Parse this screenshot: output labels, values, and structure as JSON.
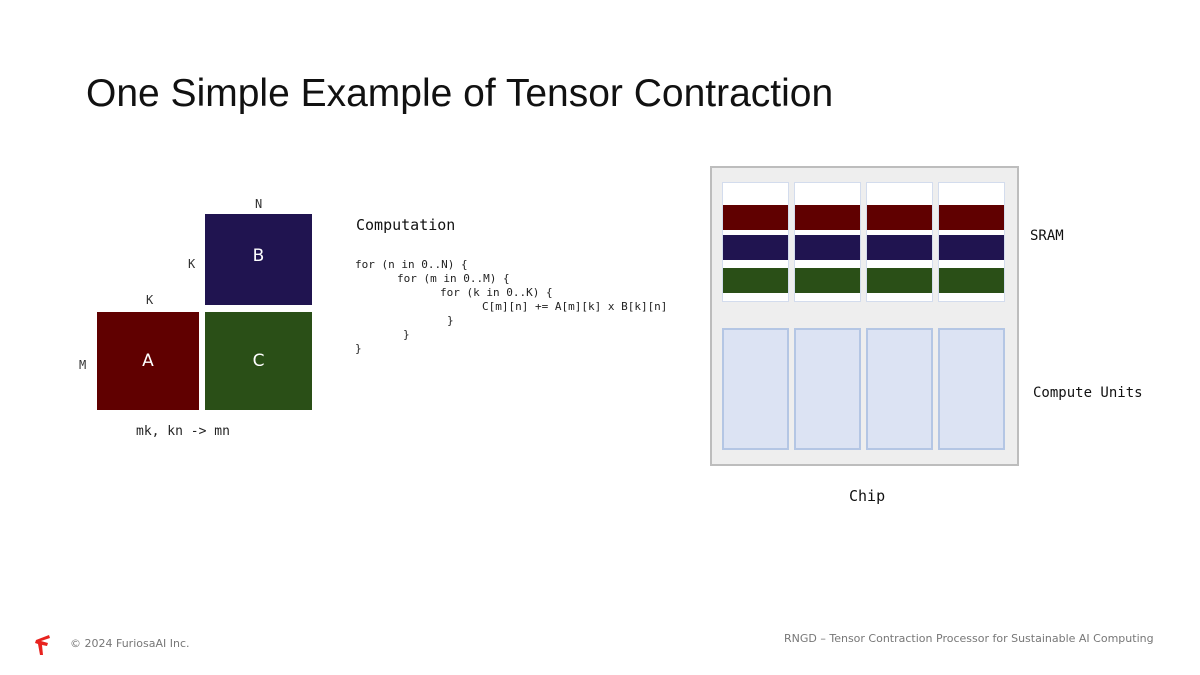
{
  "title": "One Simple Example of Tensor Contraction",
  "matrices": {
    "a": {
      "label": "A",
      "color": "#600000"
    },
    "b": {
      "label": "B",
      "color": "#201450"
    },
    "c": {
      "label": "C",
      "color": "#2a4f17"
    },
    "dims": {
      "n_top": "N",
      "k_left_b": "K",
      "k_top_a": "K",
      "m_left": "M"
    },
    "einsum": "mk, kn -> mn"
  },
  "computation": {
    "heading": "Computation",
    "lines": [
      "for (n in 0..N) {",
      "for (m in 0..M) {",
      "for (k in 0..K) {",
      "C[m][n] += A[m][k] x B[k][n]",
      "}",
      "}",
      "}"
    ]
  },
  "chip": {
    "label": "Chip",
    "sram_label": "SRAM",
    "compute_label": "Compute Units",
    "columns": 4
  },
  "footer": {
    "copyright": "© 2024 FuriosaAI Inc.",
    "subtitle": "RNGD – Tensor Contraction Processor for Sustainable AI Computing",
    "logo_color": "#e8231f"
  }
}
